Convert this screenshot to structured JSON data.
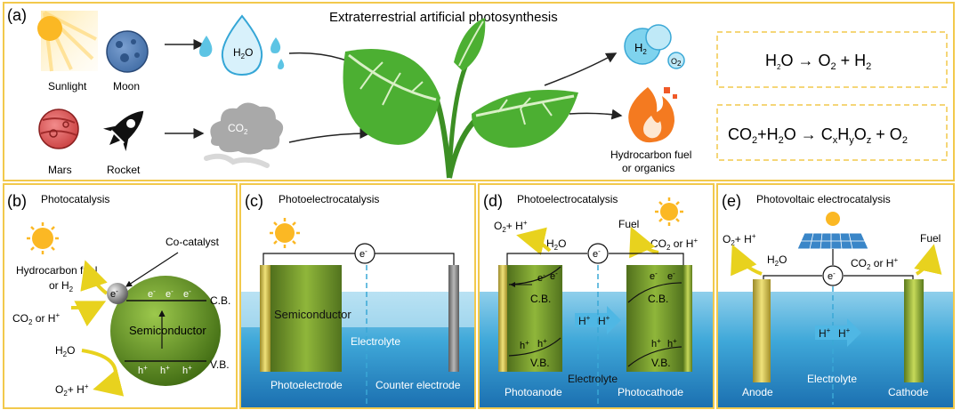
{
  "panels": {
    "a": {
      "label": "(a)",
      "title": "Extraterrestrial artificial photosynthesis",
      "sunlight": "Sunlight",
      "moon": "Moon",
      "mars": "Mars",
      "rocket": "Rocket",
      "water_drop": {
        "base": "H",
        "sub": "2",
        "tail": "O"
      },
      "co2_cloud": {
        "base": "CO",
        "sub": "2"
      },
      "h2_bubble": {
        "base": "H",
        "sub": "2"
      },
      "o2_bubble": {
        "base": "O",
        "sub": "2"
      },
      "fuel_label_1": "Hydrocarbon fuel",
      "fuel_label_2": "or organics",
      "eq1": {
        "a": "H",
        "a_sub": "2",
        "b": "O → O",
        "b_sub": "2",
        "c": " + H",
        "c_sub": "2"
      },
      "eq2": {
        "a": "CO",
        "a_sub": "2",
        "b": "+H",
        "b_sub": "2",
        "c": "O → C",
        "c_sub": "x",
        "d": "H",
        "d_sub": "y",
        "e": "O",
        "e_sub": "z",
        "f": " + O",
        "f_sub": "2"
      }
    },
    "b": {
      "label": "(b)",
      "title": "Photocatalysis",
      "cocatalyst": "Co-catalyst",
      "fuel_1": "Hydrocarbon fuel",
      "fuel_2": {
        "base": "or H",
        "sub": "2"
      },
      "co2": {
        "a": "CO",
        "a_sub": "2",
        "b": " or H",
        "b_sup": "+"
      },
      "h2o": {
        "base": "H",
        "sub": "2",
        "tail": "O"
      },
      "o2": {
        "a": "O",
        "a_sub": "2",
        "b": "+ H",
        "b_sup": "+"
      },
      "cb": "C.B.",
      "vb": "V.B.",
      "semiconductor": "Semiconductor",
      "electron": "e",
      "hole": "h",
      "minus": "-",
      "plus": "+"
    },
    "c": {
      "label": "(c)",
      "title": "Photoelectrocatalysis",
      "semiconductor": "Semiconductor",
      "electrolyte": "Electrolyte",
      "photoelectrode": "Photoelectrode",
      "counter": "Counter electrode",
      "electron": "e",
      "minus": "-"
    },
    "d": {
      "label": "(d)",
      "title": "Photoelectrocatalysis",
      "o2": {
        "a": "O",
        "a_sub": "2",
        "b": "+ H",
        "b_sup": "+"
      },
      "h2o": {
        "base": "H",
        "sub": "2",
        "tail": "O"
      },
      "fuel": "Fuel",
      "co2": {
        "a": "CO",
        "a_sub": "2",
        "b": " or H",
        "b_sup": "+"
      },
      "cb": "C.B.",
      "vb": "V.B.",
      "hplus": "H",
      "electrolyte": "Electrolyte",
      "photoanode": "Photoanode",
      "photocathode": "Photocathode",
      "electron": "e",
      "hole": "h",
      "minus": "-",
      "plus": "+"
    },
    "e": {
      "label": "(e)",
      "title": "Photovoltaic electrocatalysis",
      "o2": {
        "a": "O",
        "a_sub": "2",
        "b": "+ H",
        "b_sup": "+"
      },
      "h2o": {
        "base": "H",
        "sub": "2",
        "tail": "O"
      },
      "co2": {
        "a": "CO",
        "a_sub": "2",
        "b": " or H",
        "b_sup": "+"
      },
      "fuel": "Fuel",
      "hplus": "H",
      "electrolyte": "Electrolyte",
      "anode": "Anode",
      "cathode": "Cathode",
      "electron": "e",
      "minus": "-",
      "plus": "+"
    }
  },
  "colors": {
    "frame": "#f2c94c",
    "leaf": "#4caf32",
    "sun": "#fbb824",
    "water": "#5dc4e4",
    "semiconductor": "#6a9a26",
    "arrow_yellow": "#e8d21e"
  }
}
